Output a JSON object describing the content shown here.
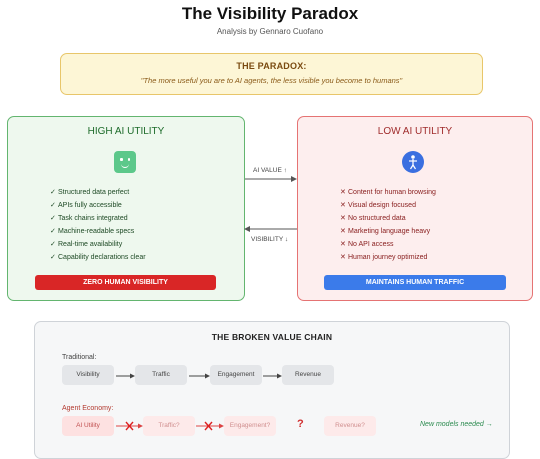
{
  "header": {
    "title": "The Visibility Paradox",
    "subtitle": "Analysis by Gennaro Cuofano"
  },
  "paradox": {
    "label": "THE PARADOX:",
    "quote": "\"The more useful you are to AI agents, the less visible you become to humans\""
  },
  "left_panel": {
    "title": "HIGH AI UTILITY",
    "icon": "robot-face-icon",
    "marker": "✓",
    "features": [
      "Structured data perfect",
      "APIs fully accessible",
      "Task chains integrated",
      "Machine-readable specs",
      "Real-time availability",
      "Capability declarations clear"
    ],
    "status": "ZERO HUMAN VISIBILITY",
    "accent": "#d92626"
  },
  "right_panel": {
    "title": "LOW AI UTILITY",
    "icon": "human-figure-icon",
    "marker": "✕",
    "features": [
      "Content for human browsing",
      "Visual design focused",
      "No structured data",
      "Marketing language heavy",
      "No API access",
      "Human journey optimized"
    ],
    "status": "MAINTAINS HUMAN TRAFFIC",
    "accent": "#3b7bea"
  },
  "connectors": {
    "ai_value": "AI VALUE ↑",
    "visibility": "VISIBILITY ↓"
  },
  "value_chain": {
    "title": "THE BROKEN VALUE CHAIN",
    "traditional_label": "Traditional:",
    "traditional_steps": [
      "Visibility",
      "Traffic",
      "Engagement",
      "Revenue"
    ],
    "agent_label": "Agent Economy:",
    "agent_steps": [
      "AI Utility",
      "Traffic?",
      "Engagement?",
      "Revenue?"
    ],
    "question_mark": "?",
    "new_models": "New models needed →"
  }
}
